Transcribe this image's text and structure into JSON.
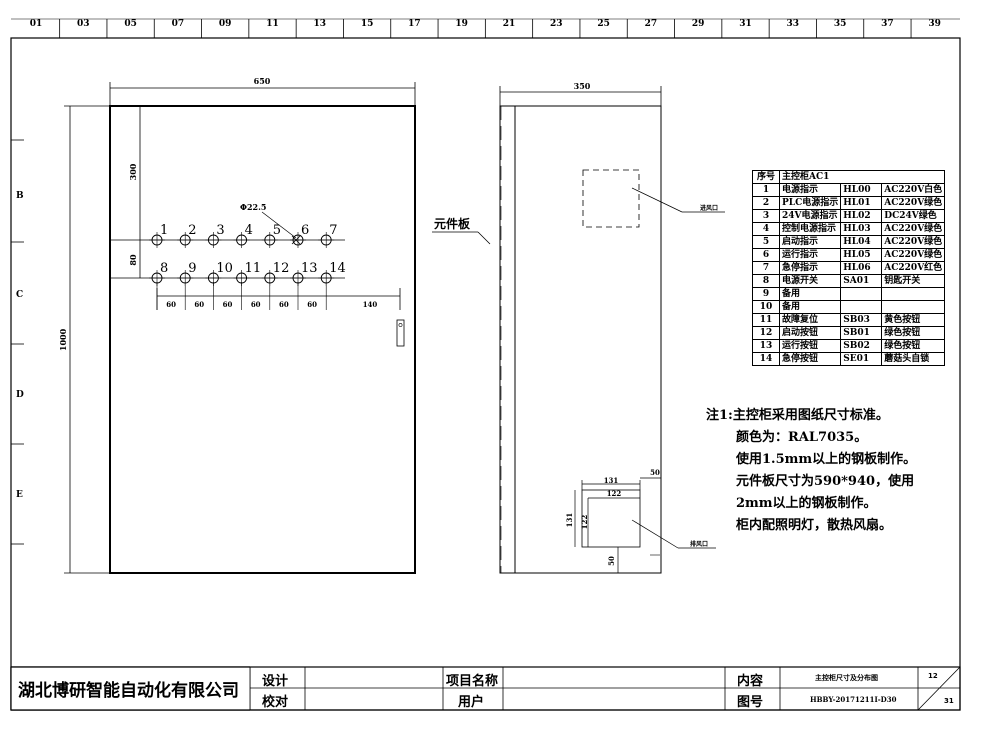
{
  "ruler": [
    "01",
    "03",
    "05",
    "07",
    "09",
    "11",
    "13",
    "15",
    "17",
    "19",
    "21",
    "23",
    "25",
    "27",
    "29",
    "31",
    "33",
    "35",
    "37",
    "39"
  ],
  "row_labels": [
    "B",
    "C",
    "D",
    "E"
  ],
  "front": {
    "dim_width": "650",
    "dim_height": "1000",
    "dim_top": "300",
    "dim_row_gap": "80",
    "dim_hole": "Φ22.5",
    "hole_spacing": [
      "60",
      "60",
      "60",
      "60",
      "60",
      "60"
    ],
    "dim_right": "140",
    "row1": [
      "1",
      "2",
      "3",
      "4",
      "5",
      "6",
      "7"
    ],
    "row2": [
      "8",
      "9",
      "10",
      "11",
      "12",
      "13",
      "14"
    ]
  },
  "side": {
    "dim_depth": "350",
    "panel_label": "元件板",
    "inlet_label": "进风口",
    "outlet_label": "排风口",
    "outlet_dims": {
      "outer_w": "131",
      "inner_w": "122",
      "outer_h": "131",
      "inner_h": "122",
      "offset_right": "50",
      "offset_bottom": "50"
    }
  },
  "table": {
    "header": [
      "序号",
      "主控柜AC1"
    ],
    "rows": [
      [
        "1",
        "电源指示",
        "HL00",
        "AC220V白色"
      ],
      [
        "2",
        "PLC电源指示",
        "HL01",
        "AC220V绿色"
      ],
      [
        "3",
        "24V电源指示",
        "HL02",
        "DC24V绿色"
      ],
      [
        "4",
        "控制电源指示",
        "HL03",
        "AC220V绿色"
      ],
      [
        "5",
        "启动指示",
        "HL04",
        "AC220V绿色"
      ],
      [
        "6",
        "运行指示",
        "HL05",
        "AC220V绿色"
      ],
      [
        "7",
        "急停指示",
        "HL06",
        "AC220V红色"
      ],
      [
        "8",
        "电源开关",
        "SA01",
        "钥匙开关"
      ],
      [
        "9",
        "备用",
        "",
        ""
      ],
      [
        "10",
        "备用",
        "",
        ""
      ],
      [
        "11",
        "故障复位",
        "SB03",
        "黄色按钮"
      ],
      [
        "12",
        "启动按钮",
        "SB01",
        "绿色按钮"
      ],
      [
        "13",
        "运行按钮",
        "SB02",
        "绿色按钮"
      ],
      [
        "14",
        "急停按钮",
        "SE01",
        "蘑菇头自锁"
      ]
    ]
  },
  "notes": [
    "注1:主控柜采用图纸尺寸标准。",
    "颜色为：RAL7035。",
    "使用1.5mm以上的钢板制作。",
    "元件板尺寸为590*940，使用",
    "2mm以上的钢板制作。",
    "柜内配照明灯，散热风扇。"
  ],
  "title_block": {
    "company": "湖北博研智能自动化有限公司",
    "design_label": "设计",
    "check_label": "校对",
    "project_label": "项目名称",
    "user_label": "用户",
    "content_label": "内容",
    "drawing_no_label": "图号",
    "content_value": "主控柜尺寸及分布图",
    "drawing_no_value": "HBBY-20171211I-D30",
    "sheet": "12",
    "total": "31"
  }
}
